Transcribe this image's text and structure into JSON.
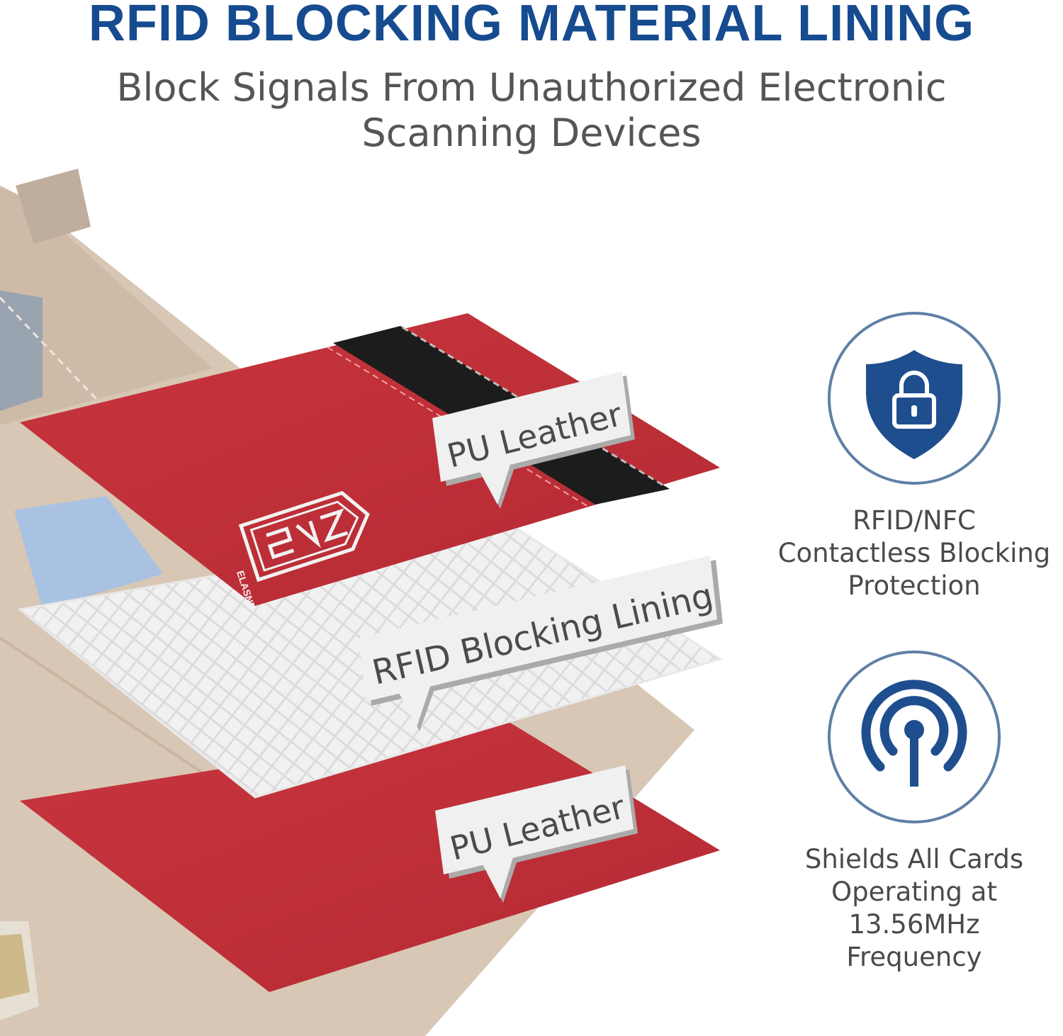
{
  "header": {
    "title": "RFID BLOCKING MATERIAL LINING",
    "subtitle_line1": "Block Signals From Unauthorized Electronic",
    "subtitle_line2": "Scanning Devices"
  },
  "layers": {
    "top_label": "PU Leather",
    "middle_label": "RFID Blocking Lining",
    "bottom_label": "PU Leather",
    "brand_logo_text": "ELASND"
  },
  "features": [
    {
      "icon": "shield-lock-icon",
      "lines": [
        "RFID/NFC",
        "Contactless Blocking",
        "Protection"
      ]
    },
    {
      "icon": "signal-broadcast-icon",
      "lines": [
        "Shields All Cards",
        "Operating at 13.56MHz",
        "Frequency"
      ]
    }
  ],
  "colors": {
    "title_blue": "#164b8f",
    "icon_blue": "#1f4e8f",
    "leather_red": "#c0313a",
    "stripe_black": "#1c1c1c",
    "lining_silver": "#d9d9d9",
    "wallet_beige": "#d8c6b4"
  }
}
